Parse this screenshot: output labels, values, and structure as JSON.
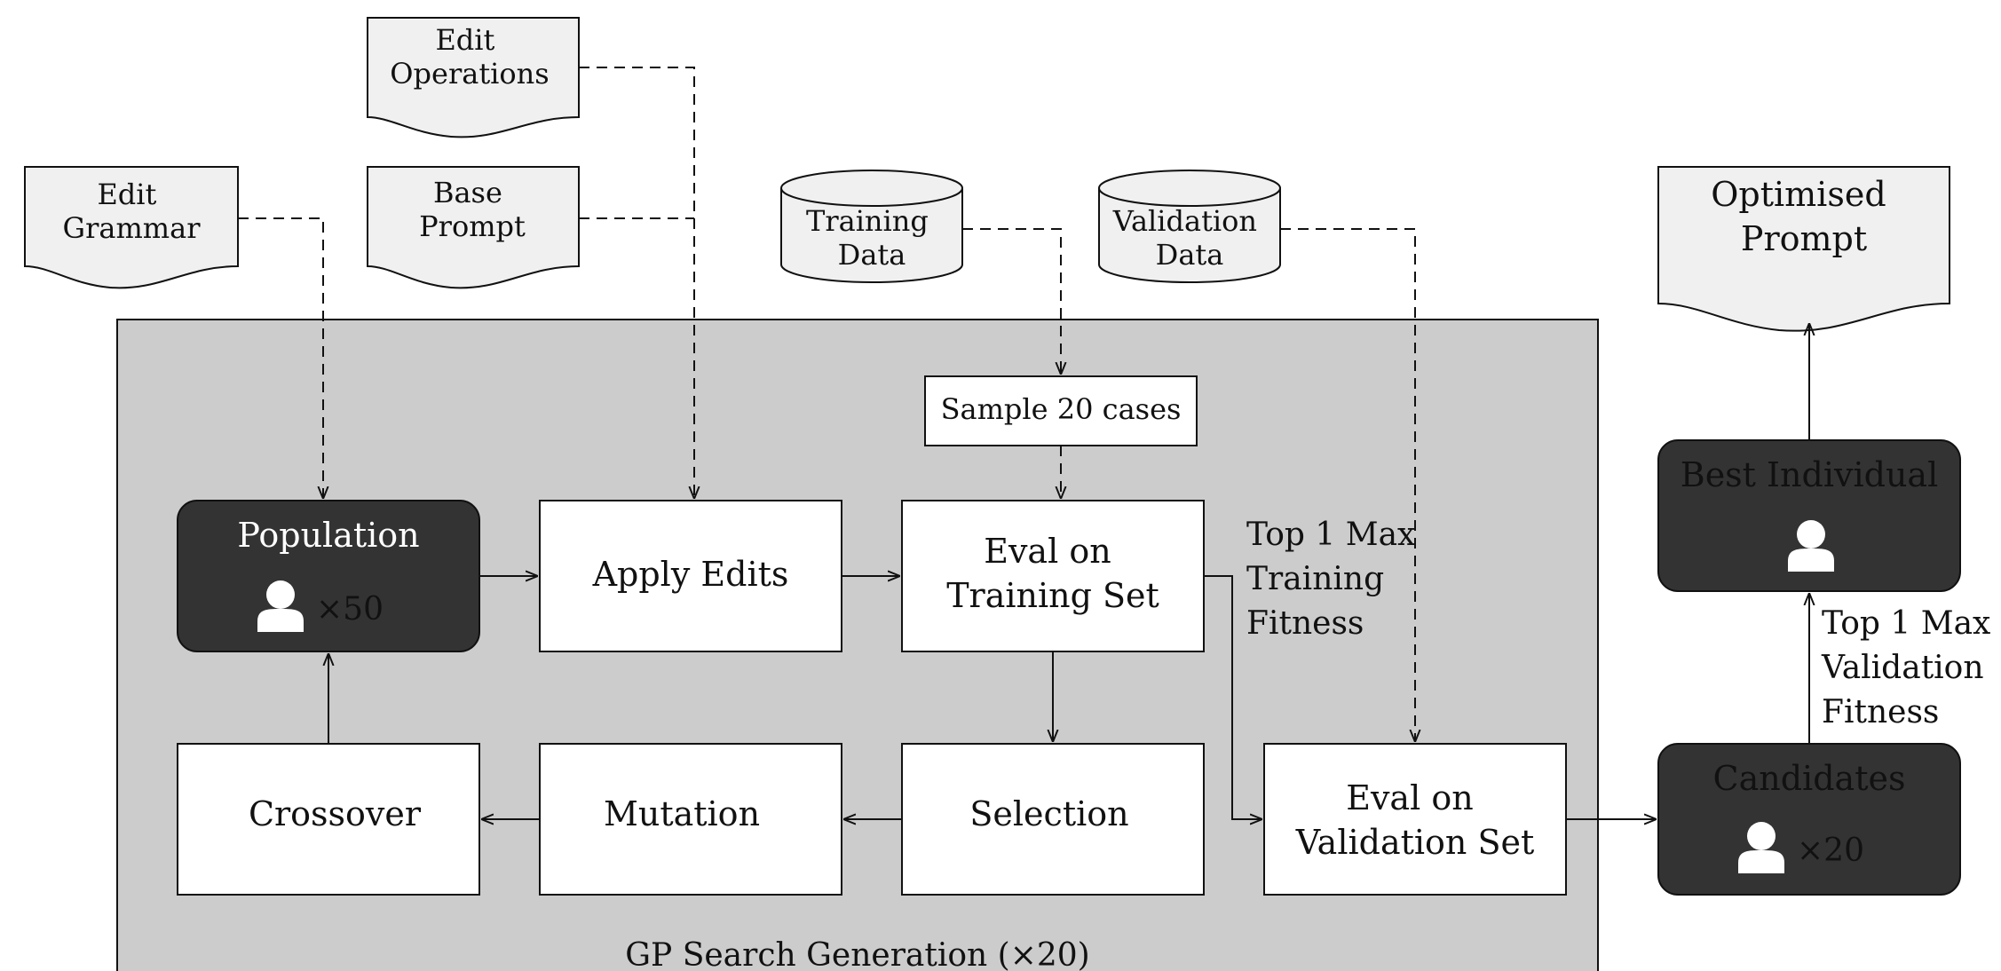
{
  "documents": {
    "edit_grammar": [
      "Edit",
      "Grammar"
    ],
    "edit_operations": [
      "Edit",
      "Operations"
    ],
    "base_prompt": [
      "Base",
      "Prompt"
    ],
    "optimised_prompt": [
      "Optimised",
      "Prompt"
    ]
  },
  "databases": {
    "training_data": [
      "Training",
      "Data"
    ],
    "validation_data": [
      "Validation",
      "Data"
    ]
  },
  "gp_region": {
    "caption": "GP Search Generation (×20)"
  },
  "nodes": {
    "sample": "Sample 20 cases",
    "population_title": "Population",
    "population_count": "×50",
    "apply_edits": "Apply Edits",
    "eval_training": [
      "Eval on",
      "Training Set"
    ],
    "crossover": "Crossover",
    "mutation": "Mutation",
    "selection": "Selection",
    "eval_validation": [
      "Eval on",
      "Validation Set"
    ],
    "candidates_title": "Candidates",
    "candidates_count": "×20",
    "best_title": "Best Individual"
  },
  "labels": {
    "top_training": [
      "Top 1 Max",
      "Training",
      "Fitness"
    ],
    "top_validation": [
      "Top 1 Max",
      "Validation",
      "Fitness"
    ]
  },
  "icons": [
    "person-icon"
  ],
  "colors": {
    "document_fill": "#f0f0f0",
    "region_fill": "#cccccc",
    "dark_node": "#333333",
    "white_node": "#ffffff",
    "stroke": "#111111"
  }
}
